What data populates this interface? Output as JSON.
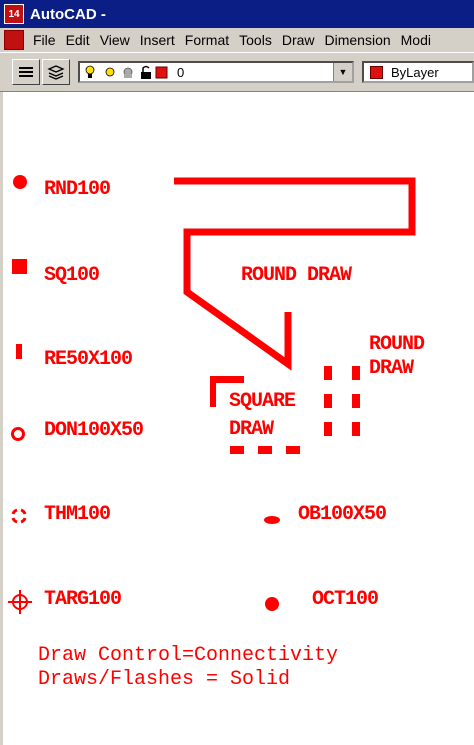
{
  "window": {
    "title": "AutoCAD -",
    "app_badge": "14"
  },
  "menu": [
    "File",
    "Edit",
    "View",
    "Insert",
    "Format",
    "Tools",
    "Draw",
    "Dimension",
    "Modi"
  ],
  "toolbar": {
    "layer_value": "0",
    "color_value": "ByLayer"
  },
  "drawing": {
    "labels": {
      "rnd": "RND100",
      "sq": "SQ100",
      "re": "RE50X100",
      "don": "DON100X50",
      "thm": "THM100",
      "targ": "TARG100",
      "ob": "OB100X50",
      "oct": "OCT100",
      "round_draw_1": "ROUND DRAW",
      "round_draw_2a": "ROUND",
      "round_draw_2b": "DRAW",
      "square": "SQUARE",
      "square_draw": "DRAW"
    },
    "notes": {
      "line1": "Draw Control=Connectivity",
      "line2": "Draws/Flashes = Solid"
    },
    "colors": {
      "drawing_red": "#ff0000",
      "title_blue": "#0a1e86",
      "chrome": "#d4d0c8"
    }
  }
}
